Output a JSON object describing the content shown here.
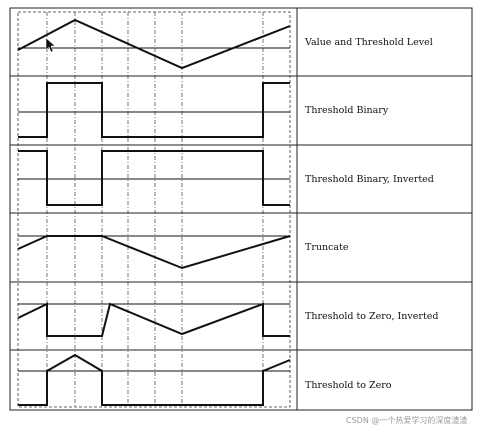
{
  "rows": [
    {
      "id": "value-threshold",
      "label": "Value and Threshold Level"
    },
    {
      "id": "threshold-binary",
      "label": "Threshold Binary"
    },
    {
      "id": "threshold-binary-inverted",
      "label": "Threshold Binary, Inverted"
    },
    {
      "id": "truncate",
      "label": "Truncate"
    },
    {
      "id": "threshold-to-zero-inverted",
      "label": "Threshold to Zero, Inverted"
    },
    {
      "id": "threshold-to-zero",
      "label": "Threshold to Zero"
    }
  ],
  "watermark": "CSDN @一个热爱学习的深度渣渣",
  "cursor_icon": "arrow-cursor-icon"
}
